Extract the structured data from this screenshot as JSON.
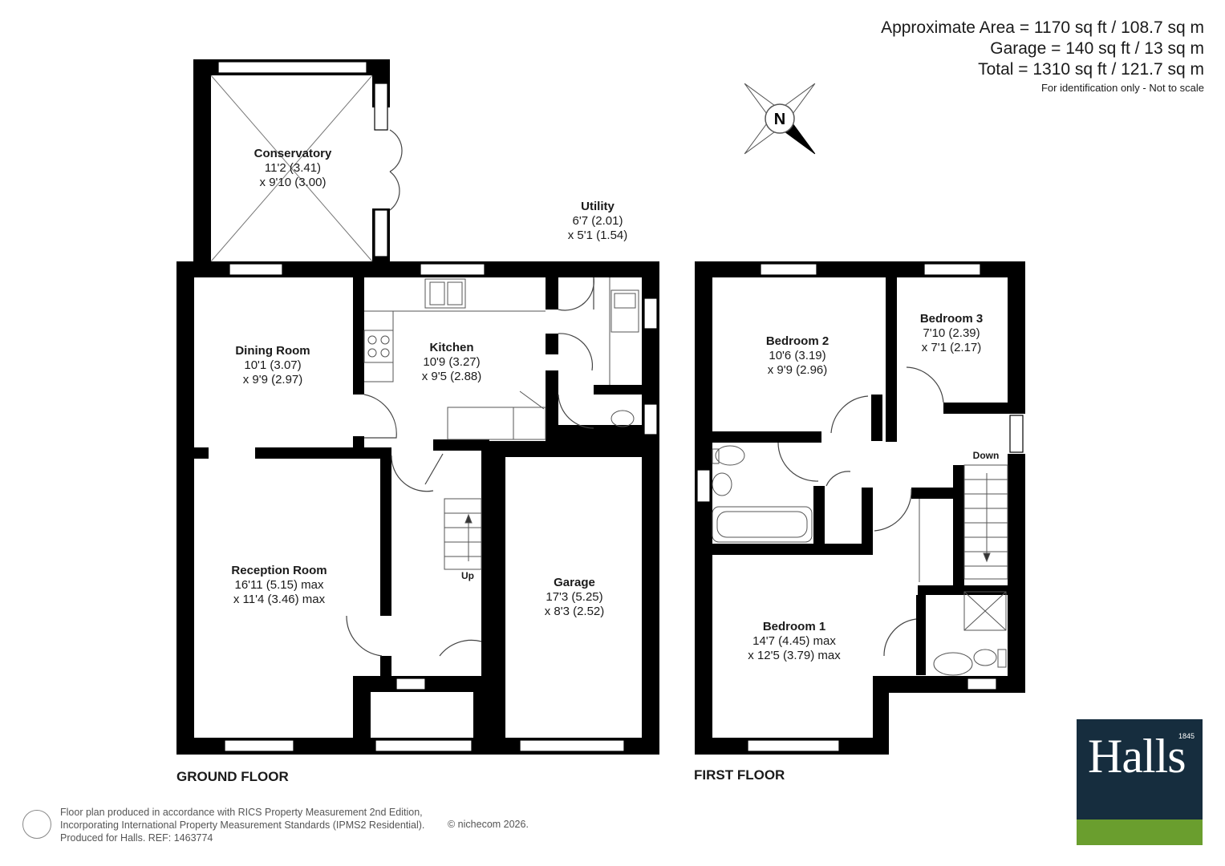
{
  "area": {
    "approx": "Approximate Area = 1170 sq ft / 108.7 sq m",
    "garage": "Garage = 140 sq ft / 13 sq m",
    "total": "Total = 1310  sq ft / 121.7 sq m",
    "note": "For identification only - Not to scale"
  },
  "compass_letter": "N",
  "floors": {
    "ground": "GROUND FLOOR",
    "first": "FIRST FLOOR"
  },
  "rooms": {
    "conservatory": {
      "name": "Conservatory",
      "dim1": "11'2 (3.41)",
      "dim2": "x 9'10 (3.00)"
    },
    "utility": {
      "name": "Utility",
      "dim1": "6'7 (2.01)",
      "dim2": "x 5'1 (1.54)"
    },
    "dining": {
      "name": "Dining Room",
      "dim1": "10'1 (3.07)",
      "dim2": "x 9'9 (2.97)"
    },
    "kitchen": {
      "name": "Kitchen",
      "dim1": "10'9 (3.27)",
      "dim2": "x 9'5 (2.88)"
    },
    "reception": {
      "name": "Reception Room",
      "dim1": "16'11 (5.15) max",
      "dim2": "x 11'4 (3.46) max"
    },
    "garage": {
      "name": "Garage",
      "dim1": "17'3 (5.25)",
      "dim2": "x 8'3 (2.52)"
    },
    "bedroom2": {
      "name": "Bedroom 2",
      "dim1": "10'6 (3.19)",
      "dim2": "x 9'9 (2.96)"
    },
    "bedroom3": {
      "name": "Bedroom 3",
      "dim1": "7'10 (2.39)",
      "dim2": "x 7'1 (2.17)"
    },
    "bedroom1": {
      "name": "Bedroom 1",
      "dim1": "14'7 (4.45) max",
      "dim2": "x 12'5 (3.79) max"
    }
  },
  "stairs": {
    "up": "Up",
    "down": "Down"
  },
  "footer": {
    "line1": "Floor plan produced in accordance with RICS Property Measurement 2nd Edition,",
    "line2": "Incorporating International Property Measurement Standards (IPMS2 Residential).",
    "line3": "Produced for Halls.   REF: 1463774",
    "copyright": "©  nichecom 2026."
  },
  "logo": {
    "name": "Halls",
    "year": "1845",
    "bg": "#162d3e",
    "band": "#6a9e2e"
  },
  "colors": {
    "wall": "#000000",
    "fixture": "#555555"
  }
}
